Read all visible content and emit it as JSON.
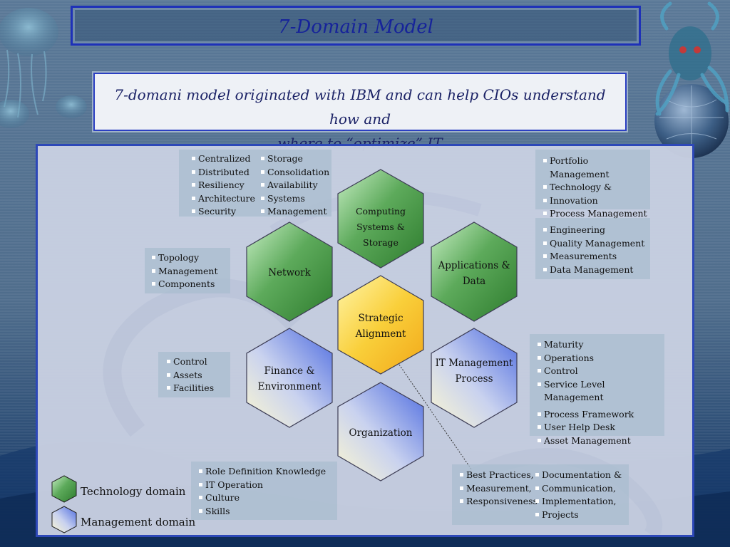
{
  "slide": {
    "title": "7-Domain Model",
    "subtitle_line1": "7-domani model originated with IBM and can help CIOs understand how and",
    "subtitle_line2": "where to “optimize” IT"
  },
  "colors": {
    "technology_green": "#4f9a4f",
    "management_blue": "#5b78e0",
    "strategic_yellow": "#f7c52d",
    "title_blue": "#16239a"
  },
  "hexagons": {
    "computing": {
      "line1": "Computing Systems &",
      "line2": "Storage"
    },
    "network": {
      "line1": "Network"
    },
    "applications": {
      "line1": "Applications &",
      "line2": "Data"
    },
    "strategic": {
      "line1": "Strategic",
      "line2": "Alignment"
    },
    "finance": {
      "line1": "Finance &",
      "line2": "Environment"
    },
    "itmgmt": {
      "line1": "IT Management",
      "line2": "Process"
    },
    "organization": {
      "line1": "Organization"
    }
  },
  "notes": {
    "computing_left": [
      "Centralized",
      "Distributed",
      "Resiliency",
      "Architecture",
      "Security"
    ],
    "computing_right": [
      "Storage",
      "Consolidation",
      "Availability",
      "Systems",
      "Management"
    ],
    "network": [
      "Topology",
      "Management",
      "Components"
    ],
    "finance": [
      "Control",
      "Assets",
      "Facilities"
    ],
    "applications_a": [
      "Portfolio Management",
      "Technology &",
      "Innovation",
      "Process Management"
    ],
    "applications_b": [
      "Engineering",
      "Quality Management",
      "Measurements",
      "Data Management"
    ],
    "itmgmt_a": [
      "Maturity",
      "Operations",
      "Control",
      "Service Level Management"
    ],
    "itmgmt_b": [
      "Process Framework",
      "User Help Desk",
      "Asset Management"
    ],
    "organization": [
      "Role Definition Knowledge",
      "IT Operation",
      "Culture",
      "Skills"
    ],
    "strategic_left": [
      "Best Practices,",
      "Measurement,",
      "Responsiveness"
    ],
    "strategic_right": [
      "Documentation &",
      "Communication,",
      "Implementation,",
      "Projects"
    ]
  },
  "legend": {
    "technology": "Technology domain",
    "management": "Management domain"
  }
}
